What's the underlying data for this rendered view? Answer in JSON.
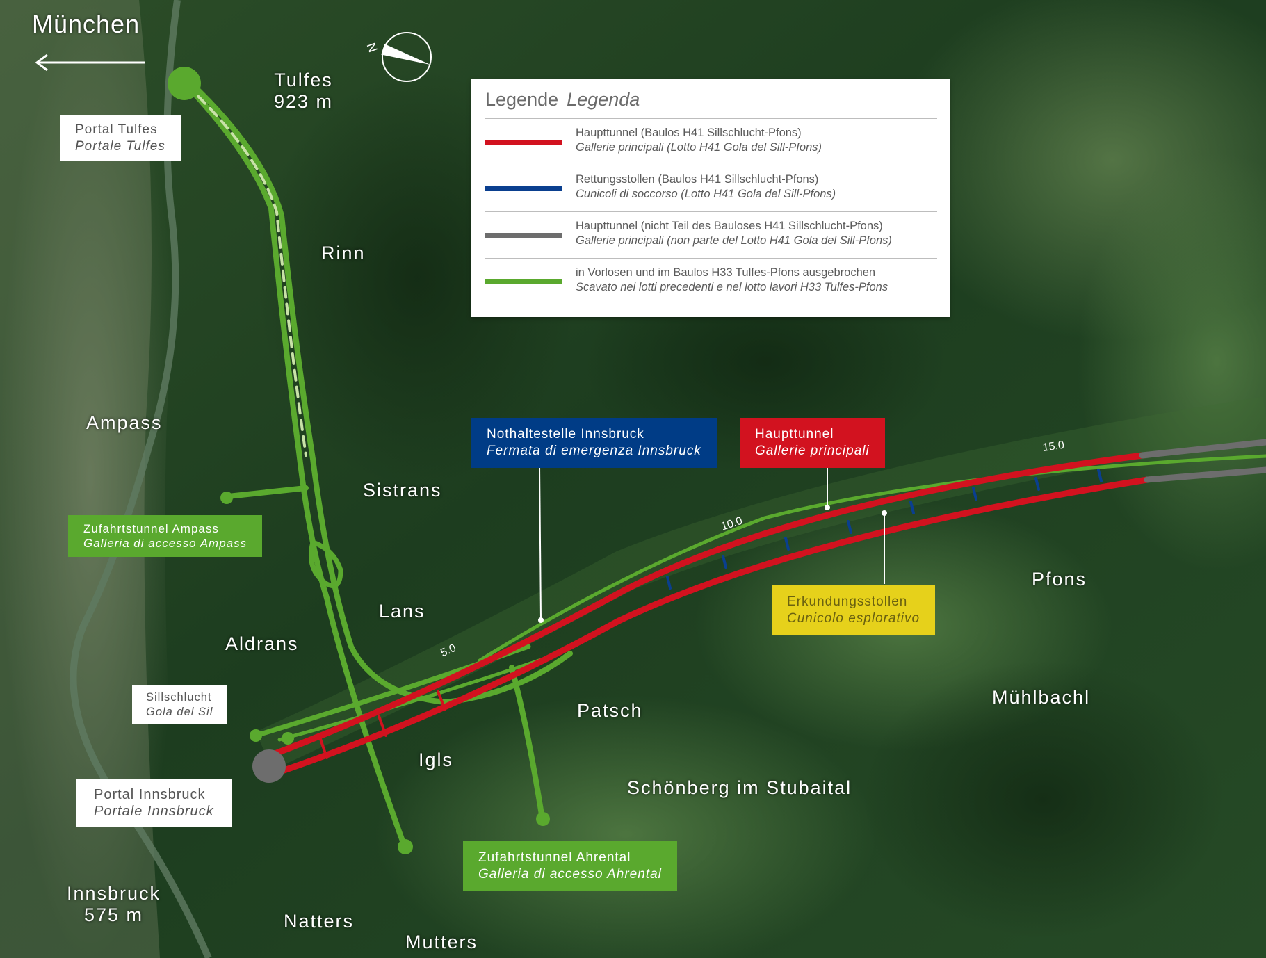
{
  "direction": {
    "label": "München"
  },
  "legend": {
    "title_de": "Legende",
    "title_it": "Legenda",
    "items": [
      {
        "color": "#d2121f",
        "de": "Haupttunnel (Baulos H41 Sillschlucht-Pfons)",
        "it": "Gallerie principali (Lotto H41 Gola del Sill-Pfons)"
      },
      {
        "color": "#0a3f8f",
        "de": "Rettungsstollen (Baulos H41 Sillschlucht-Pfons)",
        "it": "Cunicoli di soccorso (Lotto H41 Gola del Sill-Pfons)"
      },
      {
        "color": "#6d6d6d",
        "de": "Haupttunnel (nicht Teil des Bauloses H41 Sillschlucht-Pfons)",
        "it": "Gallerie principali (non parte del Lotto H41 Gola del Sill-Pfons)"
      },
      {
        "color": "#5aa92e",
        "de": "in Vorlosen und im Baulos H33 Tulfes-Pfons ausgebrochen",
        "it": "Scavato nei lotti precedenti e nel lotto lavori H33 Tulfes-Pfons"
      }
    ]
  },
  "places": {
    "tulfes": "Tulfes",
    "tulfes_elev": "923 m",
    "rinn": "Rinn",
    "ampass": "Ampass",
    "sistrans": "Sistrans",
    "lans": "Lans",
    "aldrans": "Aldrans",
    "igls": "Igls",
    "patsch": "Patsch",
    "schoenberg": "Schönberg im Stubaital",
    "pfons": "Pfons",
    "muehlbachl": "Mühlbachl",
    "innsbruck": "Innsbruck",
    "innsbruck_elev": "575 m",
    "natters": "Natters",
    "mutters": "Mutters"
  },
  "boxes": {
    "portal_tulfes": {
      "de": "Portal Tulfes",
      "it": "Portale Tulfes"
    },
    "ampass_tunnel": {
      "de": "Zufahrtstunnel Ampass",
      "it": "Galleria di accesso Ampass"
    },
    "sillschlucht": {
      "de": "Sillschlucht",
      "it": "Gola del Sil"
    },
    "portal_innsbruck": {
      "de": "Portal Innsbruck",
      "it": "Portale Innsbruck"
    },
    "ahrental_tunnel": {
      "de": "Zufahrtstunnel Ahrental",
      "it": "Galleria di accesso Ahrental"
    },
    "nothaltestelle": {
      "de": "Nothaltestelle Innsbruck",
      "it": "Fermata di emergenza Innsbruck"
    },
    "haupttunnel": {
      "de": "Haupttunnel",
      "it": "Gallerie principali"
    },
    "erkundungsstollen": {
      "de": "Erkundungsstollen",
      "it": "Cunicolo esplorativo"
    }
  },
  "km_markers": {
    "km5": "5.0",
    "km10": "10.0",
    "km15": "15.0"
  },
  "compass": {
    "north_label": "N"
  },
  "colors": {
    "main_tunnel": "#d2121f",
    "rescue": "#0a3f8f",
    "other_main": "#6d6d6d",
    "excavated": "#5aa92e"
  }
}
